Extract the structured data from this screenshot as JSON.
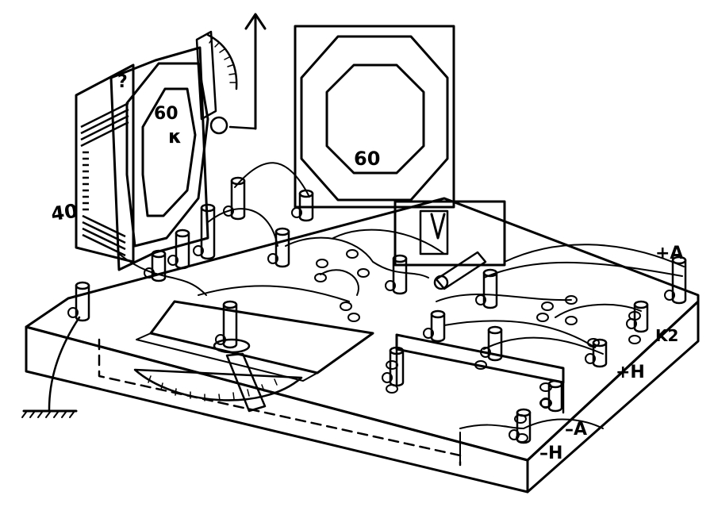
{
  "labels": {
    "coil_left": "40",
    "coil_middle_number": "60",
    "coil_middle_symbol": "κ",
    "coil_middle_top": "?",
    "coil_right": "60",
    "plus_a": "+A",
    "k2": "K2",
    "plus_h": "+H",
    "minus_a": "–A",
    "minus_h": "–H"
  }
}
